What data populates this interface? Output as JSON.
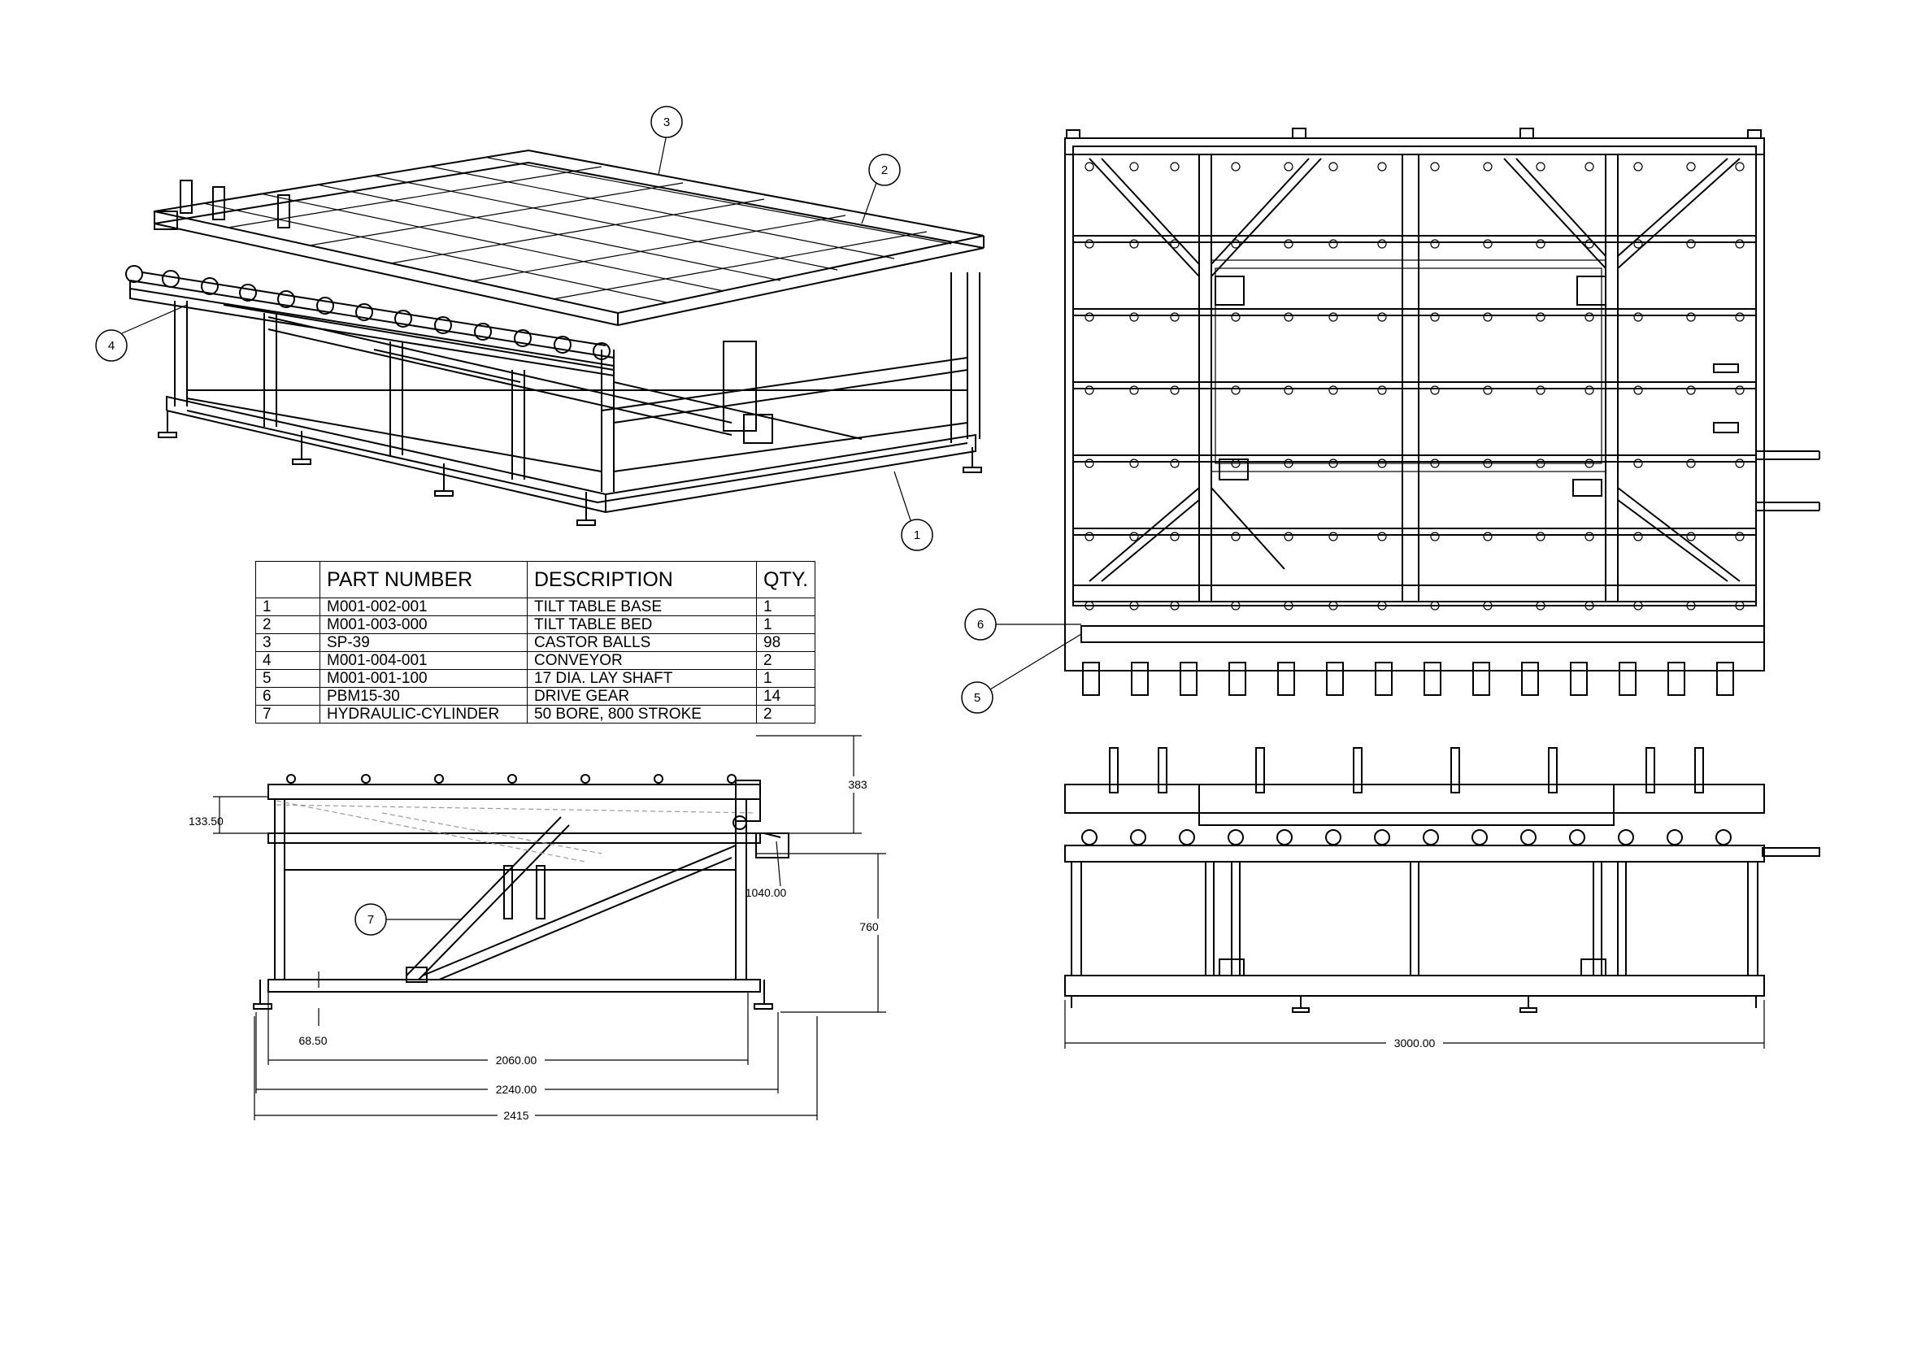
{
  "bom": {
    "headers": [
      "",
      "PART NUMBER",
      "DESCRIPTION",
      "QTY."
    ],
    "rows": [
      [
        "1",
        "M001-002-001",
        "TILT TABLE BASE",
        "1"
      ],
      [
        "2",
        "M001-003-000",
        "TILT TABLE BED",
        "1"
      ],
      [
        "3",
        "SP-39",
        "CASTOR BALLS",
        "98"
      ],
      [
        "4",
        "M001-004-001",
        "CONVEYOR",
        "2"
      ],
      [
        "5",
        "M001-001-100",
        "17 DIA. LAY SHAFT",
        "1"
      ],
      [
        "6",
        "PBM15-30",
        "DRIVE GEAR",
        "14"
      ],
      [
        "7",
        "HYDRAULIC-CYLINDER",
        "50 BORE, 800 STROKE",
        "2"
      ]
    ]
  },
  "balloons": {
    "b1": "1",
    "b2": "2",
    "b3": "3",
    "b4": "4",
    "b5": "5",
    "b6": "6",
    "b7": "7"
  },
  "dimensions": {
    "d383": "383",
    "d133": "133.50",
    "d1040": "1040.00",
    "d760": "760",
    "d68": "68.50",
    "d2060": "2060.00",
    "d2240": "2240.00",
    "d2415": "2415",
    "d3000": "3000.00"
  }
}
